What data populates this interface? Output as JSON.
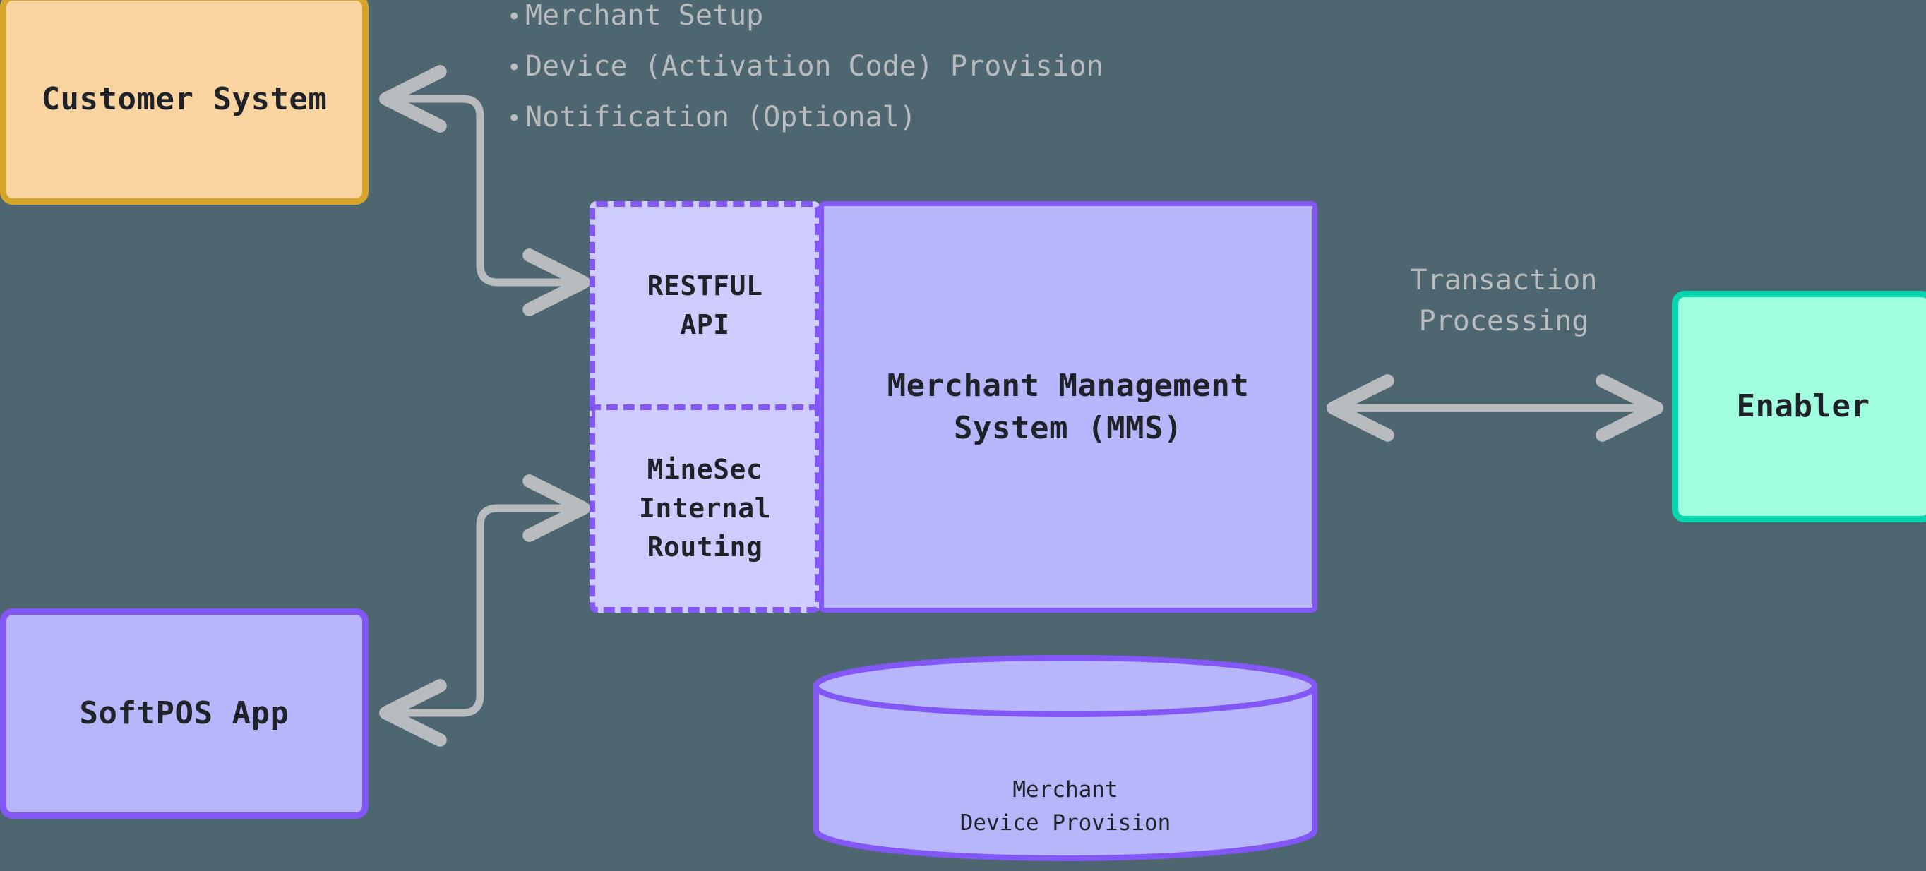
{
  "diagram": {
    "background_color": "#4d6670",
    "nodes": {
      "customer_system": {
        "label": "Customer System",
        "fill": "#FAD4A0",
        "border": "#D8A52C"
      },
      "softpos_app": {
        "label": "SoftPOS App",
        "fill": "#B8B6FB",
        "border": "#8357F6"
      },
      "restful_api": {
        "label": "RESTFUL\nAPI",
        "fill": "#CECCFD",
        "border": "#8357F6"
      },
      "internal_routing": {
        "label": "MineSec\nInternal\nRouting",
        "fill": "#CECCFD",
        "border": "#8357F6"
      },
      "mms": {
        "label": "Merchant Management\nSystem (MMS)",
        "fill": "#B8B6FB",
        "border": "#8357F6"
      },
      "enabler": {
        "label": "Enabler",
        "fill": "#9FFFDE",
        "border": "#06D6B0"
      },
      "database": {
        "label": "Merchant\nDevice Provision",
        "fill": "#B8B6FB",
        "border": "#8357F6"
      }
    },
    "annotations": {
      "bullet_marker": "•",
      "items": [
        "Merchant Setup",
        "Device (Activation Code) Provision",
        "Notification (Optional)"
      ],
      "transaction_label": "Transaction\nProcessing",
      "connector_color": "#B9BCBE"
    }
  }
}
